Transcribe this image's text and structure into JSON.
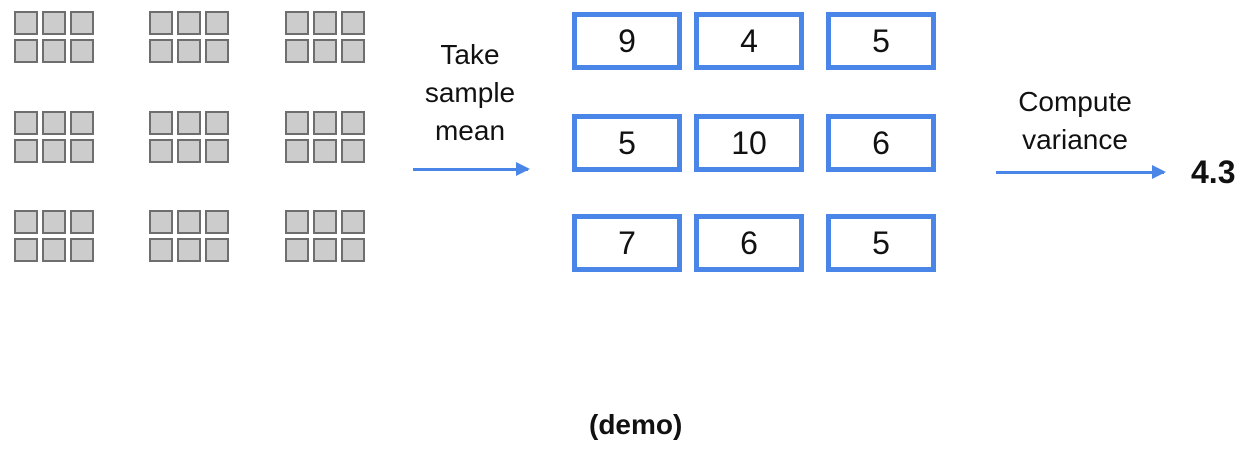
{
  "step1_label": [
    "Take",
    "sample",
    "mean"
  ],
  "means": [
    "9",
    "4",
    "5",
    "5",
    "10",
    "6",
    "7",
    "6",
    "5"
  ],
  "step2_label": [
    "Compute",
    "variance"
  ],
  "result": "4.3",
  "footer": "(demo)",
  "colors": {
    "box_border": "#4a86e8",
    "arrow": "#4a86e8",
    "cell_fill": "#cccccc",
    "cell_border": "#6e6e6e"
  }
}
